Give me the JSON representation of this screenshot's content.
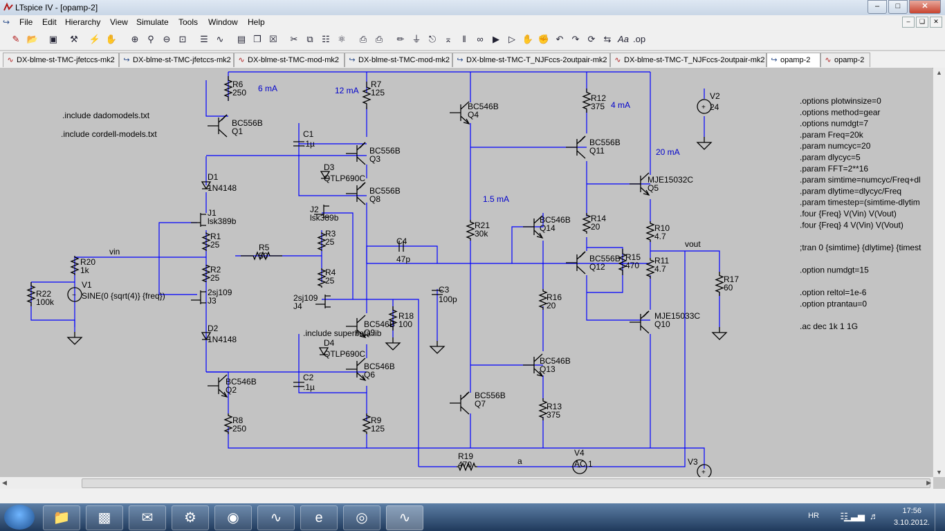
{
  "window": {
    "title": "LTspice IV - [opamp-2]"
  },
  "menu": [
    "File",
    "Edit",
    "Hierarchy",
    "View",
    "Simulate",
    "Tools",
    "Window",
    "Help"
  ],
  "tabs": [
    {
      "label": "DX-blme-st-TMC-jfetccs-mk2",
      "icon": "waveform-icon"
    },
    {
      "label": "DX-blme-st-TMC-jfetccs-mk2",
      "icon": "schematic-icon"
    },
    {
      "label": "DX-blme-st-TMC-mod-mk2",
      "icon": "waveform-icon"
    },
    {
      "label": "DX-blme-st-TMC-mod-mk2",
      "icon": "schematic-icon"
    },
    {
      "label": "DX-blme-st-TMC-T_NJFccs-2outpair-mk2",
      "icon": "schematic-icon"
    },
    {
      "label": "DX-blme-st-TMC-T_NJFccs-2outpair-mk2",
      "icon": "waveform-icon"
    },
    {
      "label": "opamp-2",
      "icon": "schematic-icon",
      "active": true
    },
    {
      "label": "opamp-2",
      "icon": "waveform-icon"
    }
  ],
  "schematic": {
    "wire_color": "#0000ff",
    "directives": [
      ".include dadomodels.txt",
      ".include cordell-models.txt",
      ".include superbeta.lib"
    ],
    "sim_block": [
      ".options plotwinsize=0",
      ".options method=gear",
      ".options numdgt=7",
      ".param Freq=20k",
      ".param numcyc=20",
      ".param dlycyc=5",
      ".param FFT=2**16",
      ".param simtime=numcyc/Freq+dl",
      ".param dlytime=dlycyc/Freq",
      ".param timestep=(simtime-dlytim",
      ".four {Freq} V(Vin) V(Vout)",
      ".four {Freq} 4 V(Vin) V(Vout)",
      "",
      ";tran 0 {simtime} {dlytime} {timest",
      "",
      ".option numdgt=15",
      "",
      ".option reltol=1e-6",
      ".option ptrantau=0",
      "",
      ".ac dec 1k 1 1G"
    ],
    "currents": [
      "6 mA",
      "12 mA",
      "4 mA",
      "20 mA",
      "1.5 mA"
    ],
    "nets": [
      "vin",
      "vout",
      "a"
    ],
    "components": [
      {
        "ref": "R6",
        "value": "250"
      },
      {
        "ref": "R7",
        "value": "125"
      },
      {
        "ref": "Q1",
        "value": "BC556B"
      },
      {
        "ref": "C1",
        "value": ".1µ"
      },
      {
        "ref": "D3",
        "value": "QTLP690C"
      },
      {
        "ref": "Q3",
        "value": "BC556B"
      },
      {
        "ref": "Q8",
        "value": "BC556B"
      },
      {
        "ref": "D1",
        "value": "1N4148"
      },
      {
        "ref": "J1",
        "value": "lsk389b"
      },
      {
        "ref": "J2",
        "value": "lsk389b"
      },
      {
        "ref": "R1",
        "value": "25"
      },
      {
        "ref": "R3",
        "value": "25"
      },
      {
        "ref": "R5",
        "value": "50"
      },
      {
        "ref": "C4",
        "value": "47p"
      },
      {
        "ref": "R2",
        "value": "25"
      },
      {
        "ref": "R4",
        "value": "25"
      },
      {
        "ref": "R20",
        "value": "1k"
      },
      {
        "ref": "V1",
        "value": "SINE(0 {sqrt(4)} {freq})"
      },
      {
        "ref": "R22",
        "value": "100k"
      },
      {
        "ref": "J3",
        "value": "2sj109"
      },
      {
        "ref": "J4",
        "value": "2sj109"
      },
      {
        "ref": "R18",
        "value": "100"
      },
      {
        "ref": "C3",
        "value": "100p"
      },
      {
        "ref": "D2",
        "value": "1N4148"
      },
      {
        "ref": "Q9",
        "value": "BC546B"
      },
      {
        "ref": "D4",
        "value": "QTLP690C"
      },
      {
        "ref": "Q6",
        "value": "BC546B"
      },
      {
        "ref": "Q2",
        "value": "BC546B"
      },
      {
        "ref": "C2",
        "value": ".1µ"
      },
      {
        "ref": "R8",
        "value": "250"
      },
      {
        "ref": "R9",
        "value": "125"
      },
      {
        "ref": "Q4",
        "value": "BC546B"
      },
      {
        "ref": "R21",
        "value": "30k"
      },
      {
        "ref": "Q7",
        "value": "BC556B"
      },
      {
        "ref": "R12",
        "value": "375"
      },
      {
        "ref": "Q11",
        "value": "BC556B"
      },
      {
        "ref": "Q14",
        "value": "BC546B"
      },
      {
        "ref": "R14",
        "value": "20"
      },
      {
        "ref": "Q12",
        "value": "BC556B"
      },
      {
        "ref": "R15",
        "value": "470"
      },
      {
        "ref": "R16",
        "value": "20"
      },
      {
        "ref": "Q13",
        "value": "BC546B"
      },
      {
        "ref": "R13",
        "value": "375"
      },
      {
        "ref": "V2",
        "value": "24"
      },
      {
        "ref": "Q5",
        "value": "MJE15032C"
      },
      {
        "ref": "R10",
        "value": "4.7"
      },
      {
        "ref": "R11",
        "value": "4.7"
      },
      {
        "ref": "R17",
        "value": "60"
      },
      {
        "ref": "Q10",
        "value": "MJE15033C"
      },
      {
        "ref": "R19",
        "value": "470"
      },
      {
        "ref": "V4",
        "value": "AC 1"
      },
      {
        "ref": "V3",
        "value": ""
      }
    ]
  },
  "taskbar": {
    "tray_lang": "HR",
    "time": "17:56",
    "date": "3.10.2012."
  }
}
